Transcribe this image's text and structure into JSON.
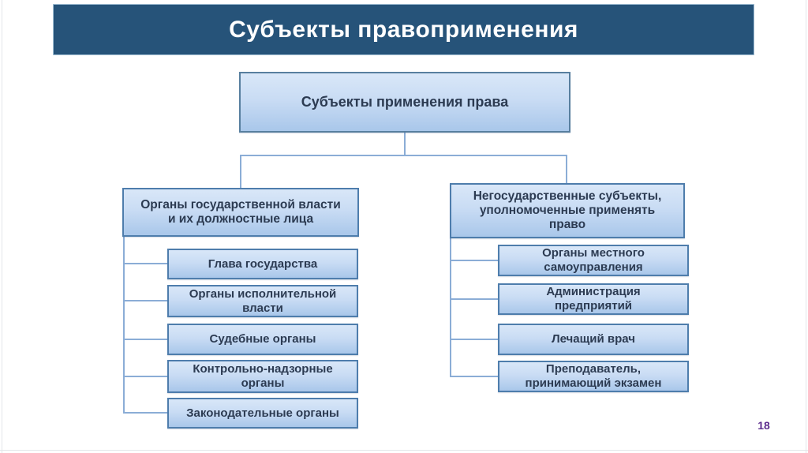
{
  "slide": {
    "title": "Субъекты правоприменения",
    "page_number": "18"
  },
  "colors": {
    "title_bar_bg": "#265379",
    "title_text": "#ffffff",
    "box_border": "#4e7dac",
    "box_fill_top": "#d9e7f8",
    "box_fill_bottom": "#a9c7ea",
    "box_text": "#2c3b52",
    "connector": "#8badd6",
    "page_number_color": "#5c2d8e"
  },
  "diagram": {
    "root": {
      "label": "Субъекты применения права"
    },
    "branches": [
      {
        "label": "Органы государственной власти\nи их должностные лица",
        "children": [
          "Глава государства",
          "Органы исполнительной\nвласти",
          "Судебные органы",
          "Контрольно-надзорные\nорганы",
          "Законодательные органы"
        ]
      },
      {
        "label": "Негосударственные субъекты,\nуполномоченные применять\nправо",
        "children": [
          "Органы местного\nсамоуправления",
          "Администрация\nпредприятий",
          "Лечащий врач",
          "Преподаватель,\nпринимающий экзамен"
        ]
      }
    ]
  }
}
